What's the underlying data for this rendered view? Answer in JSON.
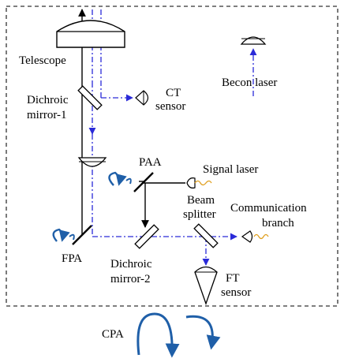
{
  "labels": {
    "telescope": "Telescope",
    "ct_sensor_1": "CT",
    "ct_sensor_2": "sensor",
    "becon_laser": "Becon laser",
    "dichroic1_1": "Dichroic",
    "dichroic1_2": "mirror-1",
    "paa": "PAA",
    "signal_laser": "Signal laser",
    "beam_splitter_1": "Beam",
    "beam_splitter_2": "splitter",
    "comm_branch_1": "Communication",
    "comm_branch_2": "branch",
    "fpa": "FPA",
    "dichroic2_1": "Dichroic",
    "dichroic2_2": "mirror-2",
    "ft_sensor_1": "FT",
    "ft_sensor_2": "sensor",
    "cpa": "CPA"
  },
  "colors": {
    "beam_black": "#000000",
    "beam_blue": "#2a2ad8",
    "signal_wire": "#e0a020",
    "cpa_arrow": "#1f5fa8",
    "fsm_arrow": "#1f5fa8",
    "frame": "#333333"
  },
  "icons": [
    "telescope-lens",
    "ct-sensor-icon",
    "becon-laser-icon",
    "signal-laser-icon",
    "communication-branch-icon",
    "ft-sensor-icon",
    "fpa-arrow-icon",
    "paa-arrow-icon",
    "cpa-arrow-left-icon",
    "cpa-arrow-right-icon"
  ]
}
